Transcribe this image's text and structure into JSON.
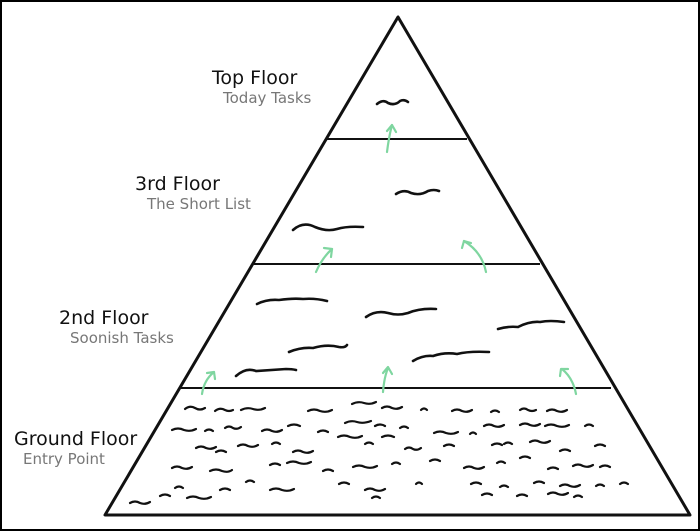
{
  "floors": [
    {
      "title": "Top Floor",
      "subtitle": "Today Tasks"
    },
    {
      "title": "3rd Floor",
      "subtitle": "The Short List"
    },
    {
      "title": "2nd Floor",
      "subtitle": "Soonish Tasks"
    },
    {
      "title": "Ground Floor",
      "subtitle": "Entry Point"
    }
  ],
  "colors": {
    "outline": "#111111",
    "scribble": "#111111",
    "arrow": "#7fd6a0",
    "subtitle": "#777777"
  },
  "icons": {
    "task": "squiggle-icon",
    "promotion": "curved-up-arrow-icon"
  }
}
